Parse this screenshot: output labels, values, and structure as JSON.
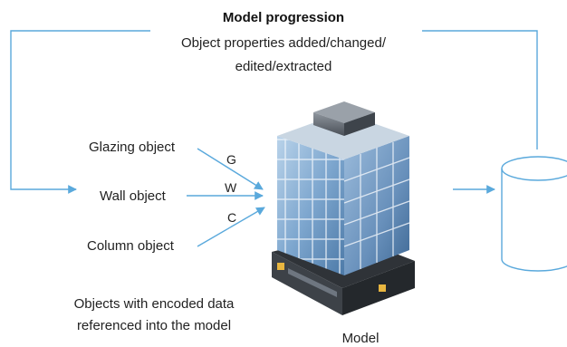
{
  "title": "Model progression",
  "subtitle_line1": "Object properties added/changed/",
  "subtitle_line2": "edited/extracted",
  "objects": {
    "glazing": "Glazing object",
    "wall": "Wall object",
    "column": "Column object"
  },
  "codes": {
    "glazing": "G",
    "wall": "W",
    "column": "C"
  },
  "caption_line1": "Objects with encoded data",
  "caption_line2": "referenced into the model",
  "model_label": "Model",
  "colors": {
    "arrow": "#5aa9dc",
    "database": "#5aa9dc",
    "building_glass": "#6f9cc4"
  },
  "icons": {
    "building": "office-building-icon",
    "database": "database-cylinder-icon"
  }
}
